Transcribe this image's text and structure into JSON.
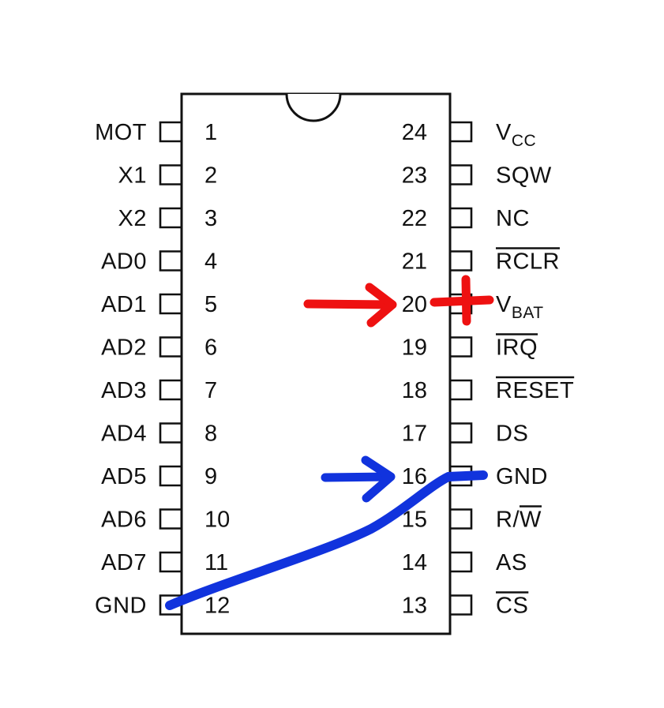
{
  "left_pins": [
    {
      "num": "1",
      "name": "MOT"
    },
    {
      "num": "2",
      "name": "X1"
    },
    {
      "num": "3",
      "name": "X2"
    },
    {
      "num": "4",
      "name": "AD0"
    },
    {
      "num": "5",
      "name": "AD1"
    },
    {
      "num": "6",
      "name": "AD2"
    },
    {
      "num": "7",
      "name": "AD3"
    },
    {
      "num": "8",
      "name": "AD4"
    },
    {
      "num": "9",
      "name": "AD5"
    },
    {
      "num": "10",
      "name": "AD6"
    },
    {
      "num": "11",
      "name": "AD7"
    },
    {
      "num": "12",
      "name": "GND"
    }
  ],
  "right_pins": [
    {
      "num": "24",
      "name": "V",
      "sub": "CC"
    },
    {
      "num": "23",
      "name": "SQW"
    },
    {
      "num": "22",
      "name": "NC"
    },
    {
      "num": "21",
      "name": "RCLR",
      "overline": true
    },
    {
      "num": "20",
      "name": "V",
      "sub": "BAT"
    },
    {
      "num": "19",
      "name": "IRQ",
      "overline": true
    },
    {
      "num": "18",
      "name": "RESET",
      "overline": true
    },
    {
      "num": "17",
      "name": "DS"
    },
    {
      "num": "16",
      "name": "GND"
    },
    {
      "num": "15",
      "name": "R/W",
      "partial_overline": "W"
    },
    {
      "num": "14",
      "name": "AS"
    },
    {
      "num": "13",
      "name": "CS",
      "overline": true
    }
  ],
  "annotations": {
    "red_color": "#ee1111",
    "blue_color": "#1133dd",
    "red_marks": [
      "arrow-to-pin-20",
      "plus-sign-at-vbat"
    ],
    "blue_marks": [
      "arrow-to-pin-16",
      "wire-pin-12-to-pin-16"
    ]
  }
}
